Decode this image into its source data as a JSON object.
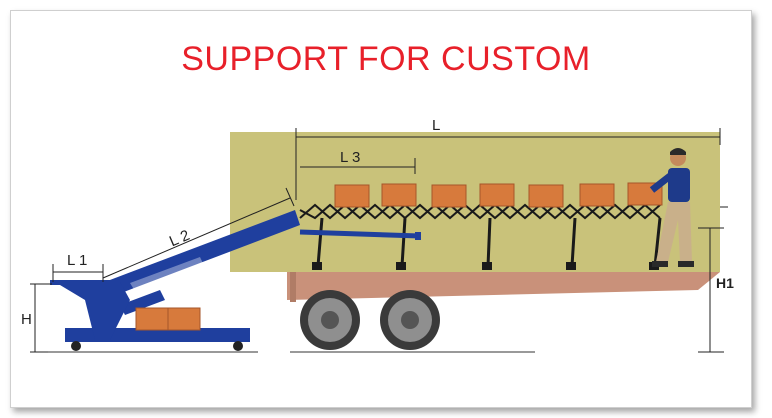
{
  "title": "SUPPORT FOR CUSTOM",
  "dimensions": {
    "L": "L",
    "L1": "L 1",
    "L2": "L 2",
    "L3": "L 3",
    "H": "H",
    "H1": "H1"
  },
  "colors": {
    "title": "#e8202a",
    "truck_bed": "#c9c27a",
    "conveyor_blue": "#1f3f9e",
    "box": "#d77a3c",
    "trailer": "#c9917a",
    "wheel": "#4a4a4a"
  }
}
